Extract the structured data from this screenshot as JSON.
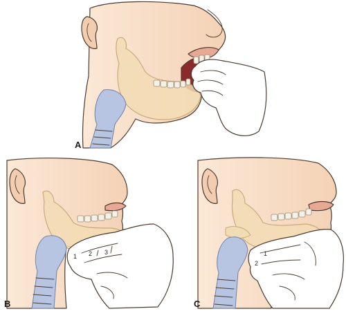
{
  "panels": [
    {
      "id": "A",
      "label": "A",
      "finger_numbers": []
    },
    {
      "id": "B",
      "label": "B",
      "finger_numbers": [
        "1",
        "2",
        "3"
      ]
    },
    {
      "id": "C",
      "label": "C",
      "finger_numbers": [
        "1",
        "2"
      ]
    }
  ],
  "colors": {
    "skin": "#f7dcc4",
    "skin_shadow": "#eec3a3",
    "mandible": "#f2dcb4",
    "mandible_edge": "#c9a97a",
    "teeth": "#f4f1e8",
    "airway": "#b7c5e3",
    "airway_dark": "#8e9fc7",
    "glove": "#ffffff",
    "mouth": "#8a2a2a",
    "lip": "#e7a896"
  }
}
